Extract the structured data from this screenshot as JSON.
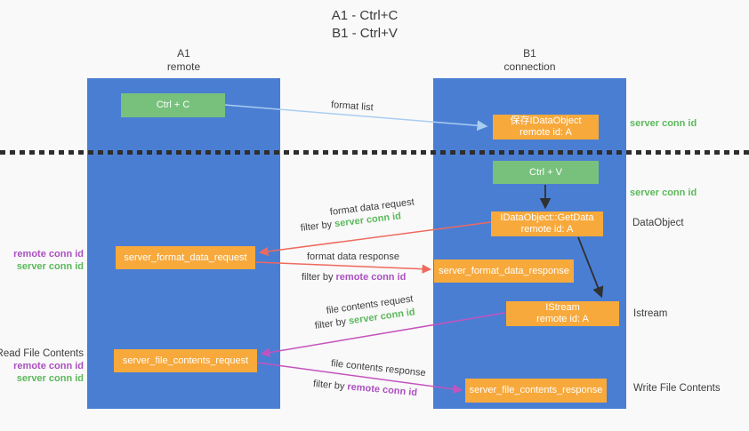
{
  "title": {
    "line1": "A1 - Ctrl+C",
    "line2": "B1 - Ctrl+V"
  },
  "lanes": {
    "a1": {
      "title": "A1",
      "subtitle": "remote"
    },
    "b1": {
      "title": "B1",
      "subtitle": "connection"
    }
  },
  "nodes": {
    "ctrl_c": {
      "label": "Ctrl + C"
    },
    "ctrl_v": {
      "label": "Ctrl + V"
    },
    "save_idataobject": {
      "line1": "保存IDataObject",
      "line2": "remote id: A"
    },
    "getdata": {
      "line1": "IDataObject::GetData",
      "line2": "remote id: A"
    },
    "istream": {
      "line1": "IStream",
      "line2": "remote id: A"
    },
    "server_format_data_request": {
      "label": "server_format_data_request"
    },
    "server_format_data_response": {
      "label": "server_format_data_response"
    },
    "server_file_contents_request": {
      "label": "server_file_contents_request"
    },
    "server_file_contents_response": {
      "label": "server_file_contents_response"
    }
  },
  "arrow_labels": {
    "format_list": "format list",
    "format_data_request": "format data request",
    "format_data_request_filter_prefix": "filter by ",
    "format_data_request_filter_key": "server conn id",
    "format_data_response": "format data response",
    "format_data_response_filter_prefix": "filter by ",
    "format_data_response_filter_key": "remote conn id",
    "file_contents_request": "file contents request",
    "file_contents_request_filter_prefix": "filter by ",
    "file_contents_request_filter_key": "server conn id",
    "file_contents_response": "file contents response",
    "file_contents_response_filter_prefix": "filter by ",
    "file_contents_response_filter_key": "remote conn id"
  },
  "side_labels": {
    "right_server_conn_id_top": "server conn id",
    "right_server_conn_id_mid": "server conn id",
    "right_dataobject": "DataObject",
    "right_istream": "Istream",
    "right_write_file_contents": "Write File Contents",
    "left_remote_conn_id_1": "remote conn id",
    "left_server_conn_id_1": "server conn id",
    "left_read_file_contents": "Read File Contents",
    "left_remote_conn_id_2": "remote conn id",
    "left_server_conn_id_2": "server conn id"
  },
  "colors": {
    "background": "#f9f9f9",
    "lane_blue": "#4a7ed3",
    "button_green": "#77c17c",
    "box_orange": "#f7a93c",
    "green_label": "#5cb85c",
    "purple_label": "#ab4fc1",
    "red_arrow": "#ee6a5e",
    "magenta_arrow": "#c453be",
    "light_blue_arrow": "#a9cdf0",
    "black_arrow": "#303030",
    "dark_text": "#3d3d3d"
  }
}
